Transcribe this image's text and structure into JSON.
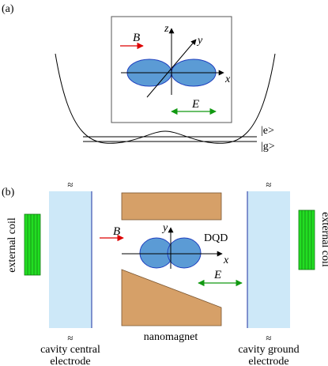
{
  "panel_a": {
    "label": "(a)",
    "axes": {
      "z": "z",
      "y": "y",
      "x": "x"
    },
    "field_B": "B",
    "field_E": "E",
    "level_excited": "|e>",
    "level_ground": "|g>"
  },
  "panel_b": {
    "label": "(b)",
    "coil_left": "external coil",
    "coil_right": "external coil",
    "electrode_left": [
      "cavity central",
      "electrode"
    ],
    "electrode_right": [
      "cavity ground",
      "electrode"
    ],
    "nanomagnet": "nanomagnet",
    "dqd": "DQD",
    "axes": {
      "y": "y",
      "x": "x"
    },
    "field_B": "B",
    "field_E": "E",
    "break_marks": "≈"
  },
  "colors": {
    "lobe_fill": "#5b9bd5",
    "lobe_stroke": "#1f3fbf",
    "electrode_fill": "#cde8f8",
    "electrode_edge": "#1a2fa0",
    "magnet_fill": "#d6a068",
    "coil_fill": "#22dd22",
    "B_arrow": "#dd0000",
    "E_arrow": "#119911"
  }
}
